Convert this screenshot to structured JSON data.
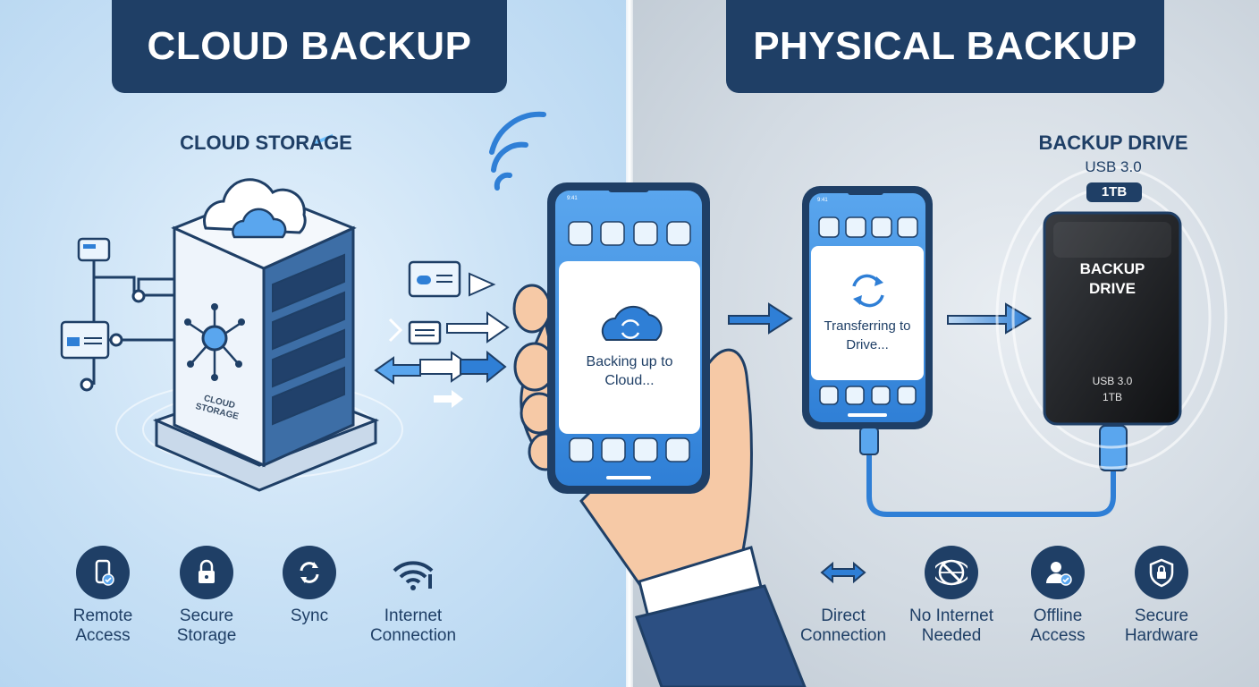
{
  "left_panel": {
    "title": "CLOUD BACKUP",
    "caption": "CLOUD STORAGE",
    "server_tag": "CLOUD STORAGE",
    "phone_time": "9:41",
    "phone_status": "Backing up to Cloud...",
    "features": [
      {
        "icon": "remote-access-icon",
        "label": "Remote\nAccess"
      },
      {
        "icon": "lock-icon",
        "label": "Secure\nStorage"
      },
      {
        "icon": "sync-icon",
        "label": "Sync"
      },
      {
        "icon": "wifi-icon",
        "label": "Internet\nConnection"
      }
    ]
  },
  "right_panel": {
    "title": "PHYSICAL BACKUP",
    "caption": "BACKUP DRIVE",
    "caption_interface": "USB 3.0",
    "caption_capacity": "1TB",
    "phone_time": "9:41",
    "phone_status": "Transferring to Drive...",
    "drive_label": "BACKUP DRIVE",
    "drive_interface": "USB 3.0",
    "drive_capacity": "1TB",
    "features": [
      {
        "icon": "double-arrow-icon",
        "label": "Direct\nConnection"
      },
      {
        "icon": "no-internet-icon",
        "label": "No Internet\nNeeded"
      },
      {
        "icon": "offline-user-icon",
        "label": "Offline\nAccess"
      },
      {
        "icon": "shield-lock-icon",
        "label": "Secure\nHardware"
      }
    ]
  },
  "colors": {
    "navy": "#1f3f66",
    "accent_blue": "#2f7fd6",
    "left_bg": "#c7e0f5",
    "right_bg": "#d3dbe3"
  }
}
